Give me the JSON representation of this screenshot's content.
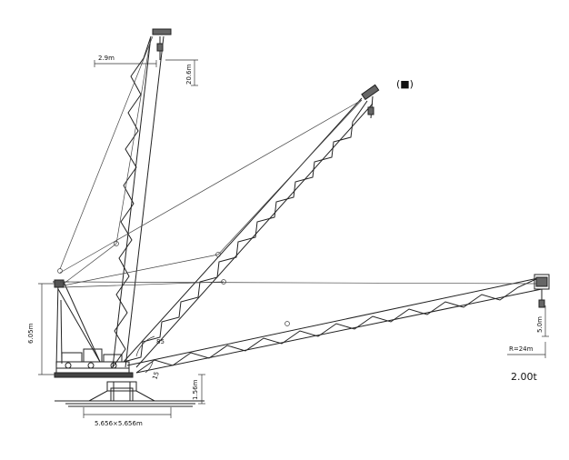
{
  "diagram": {
    "dimensions": {
      "jib_offset": "2.9m",
      "hook_drop": "20.6m",
      "mast_height": "6.05m",
      "base_height": "1.56m",
      "base_size": "5.656×5.656m",
      "hook_clearance": "5.0m",
      "radius": "R=24m"
    },
    "angles": {
      "upper": "85",
      "lower": "15"
    },
    "legend_marker": "(■)",
    "load_rating": "2.00t"
  },
  "colors": {
    "line": "#222222",
    "background": "#ffffff"
  }
}
